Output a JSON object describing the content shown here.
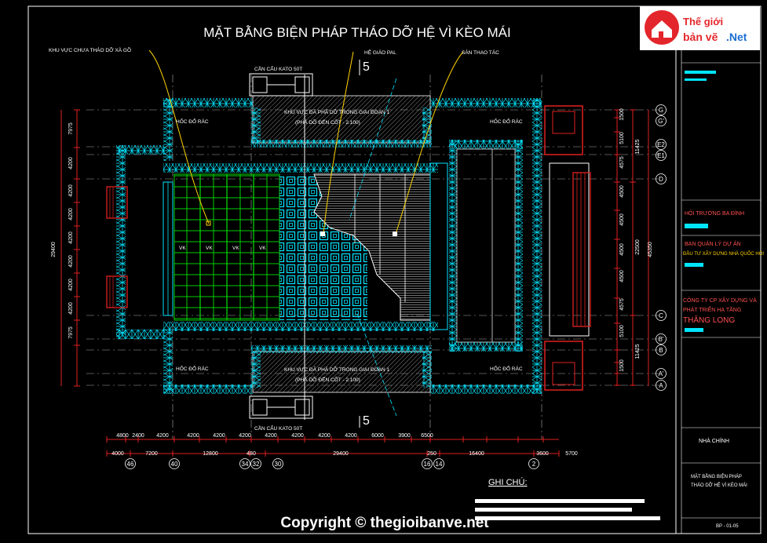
{
  "title": "MẶT BẰNG BIỆN PHÁP THÁO DỠ HỆ VÌ KÈO MÁI",
  "callouts": {
    "area_not_removed": "KHU VỰC CHƯA THÁO DỠ XÀ GỒ",
    "scaffold": "HỆ GIÁO PAL",
    "platform": "SÀN THAO TÁC",
    "crane_top": "CẦN CẨU KATO 50T",
    "crane_bottom": "CẦN CẨU KATO 50T"
  },
  "zones": {
    "top_phase_line1": "KHU VỰC ĐÃ PHÁ DỠ TRONG GIAI ĐOẠN 1",
    "top_phase_line2": "(PHÁ DỠ ĐẾN CỐT - 2.100)",
    "bottom_phase_line1": "KHU VỰC ĐÃ PHÁ DỠ TRONG GIAI ĐOẠN 1",
    "bottom_phase_line2": "(PHÁ DỠ ĐẾN CỐT - 2.100)",
    "debris_tl": "HỐC ĐỔ RÁC",
    "debris_tr": "HỐC ĐỔ RÁC",
    "debris_bl": "HỐC ĐỔ RÁC",
    "debris_br": "HỐC ĐỔ RÁC"
  },
  "section_mark": "5",
  "bottom_dims_row1": [
    "4800",
    "2400",
    "4200",
    "4200",
    "4200",
    "4200",
    "4200",
    "4200",
    "4200",
    "4200",
    "6000",
    "3900",
    "6500"
  ],
  "bottom_dims_row2": [
    "4000",
    "7200",
    "12800",
    "480",
    "29400",
    "250",
    "16400",
    "3600",
    "5700"
  ],
  "bottom_axes": [
    "46",
    "40",
    "34",
    "32",
    "30",
    "16",
    "14",
    "2"
  ],
  "left_dims_inner": [
    "7975",
    "4200",
    "4200",
    "4200",
    "4200",
    "4200",
    "4200",
    "4200",
    "7975"
  ],
  "left_dim_total": "29400",
  "right_dims_inner": [
    "1500",
    "5100",
    "4575",
    "4500",
    "4500",
    "4500",
    "4500",
    "4575",
    "5100",
    "1500"
  ],
  "right_dims_mid": [
    "11425",
    "22500",
    "11425"
  ],
  "right_dim_total": "45350",
  "right_axes": [
    "G",
    "G'",
    "E2",
    "E1",
    "D",
    "C",
    "B'",
    "B",
    "A'",
    "A"
  ],
  "vk_label": "VK",
  "notes_heading": "GHI CHÚ:",
  "title_block": {
    "project": "HỘI TRƯỜNG BA ĐÌNH",
    "owner_line1": "BAN QUẢN LÝ DỰ ÁN",
    "owner_line2": "ĐẦU TƯ XÂY DỰNG NHÀ QUỐC HỘI",
    "contractor_line1": "CÔNG TY CP XÂY DỰNG VÀ",
    "contractor_line2": "PHÁT TRIỂN HẠ TẦNG",
    "contractor_line3": "THĂNG LONG",
    "building": "NHÀ CHÍNH",
    "drawing_line1": "MẶT BẰNG BIỆN PHÁP",
    "drawing_line2": "THÁO DỠ HỆ VÌ KÈO MÁI",
    "drawing_no": "BP - 01-05"
  },
  "logo": {
    "line1": "Thế giới",
    "line2": "bản vẽ",
    "suffix": ".Net"
  },
  "copyright": "Copyright © thegioibanve.net",
  "colors": {
    "cyan": "#00e5ff",
    "green": "#00d000",
    "red": "#e02020",
    "white": "#ffffff"
  }
}
